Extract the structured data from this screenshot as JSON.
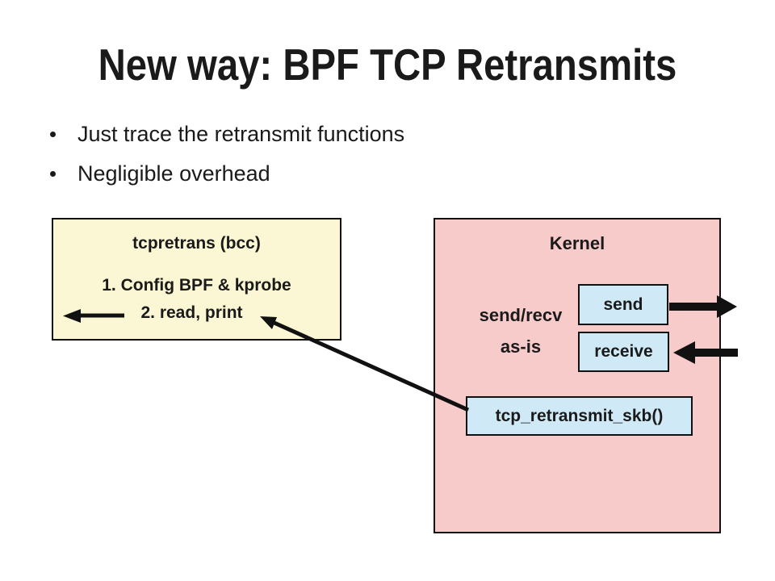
{
  "slide": {
    "title": "New way: BPF TCP Retransmits",
    "bullets": [
      "Just trace the retransmit functions",
      "Negligible overhead"
    ]
  },
  "tool_box": {
    "title": "tcpretrans (bcc)",
    "steps": [
      "1. Config BPF & kprobe",
      "2. read, print"
    ]
  },
  "kernel_box": {
    "title": "Kernel",
    "side_label_line1": "send/recv",
    "side_label_line2": "as-is",
    "send_label": "send",
    "receive_label": "receive",
    "retransmit_label": "tcp_retransmit_skb()"
  },
  "icons": {
    "read_arrow": "left-arrow",
    "trace_arrow": "up-left-diagonal-arrow",
    "send_arrow": "right-arrow",
    "receive_arrow": "left-arrow"
  },
  "colors": {
    "tool_box_fill": "#fbf6d3",
    "kernel_fill": "#f8cbcb",
    "function_fill": "#cfeaf6",
    "border": "#111111",
    "arrow": "#111111",
    "text": "#1a1a1a"
  }
}
